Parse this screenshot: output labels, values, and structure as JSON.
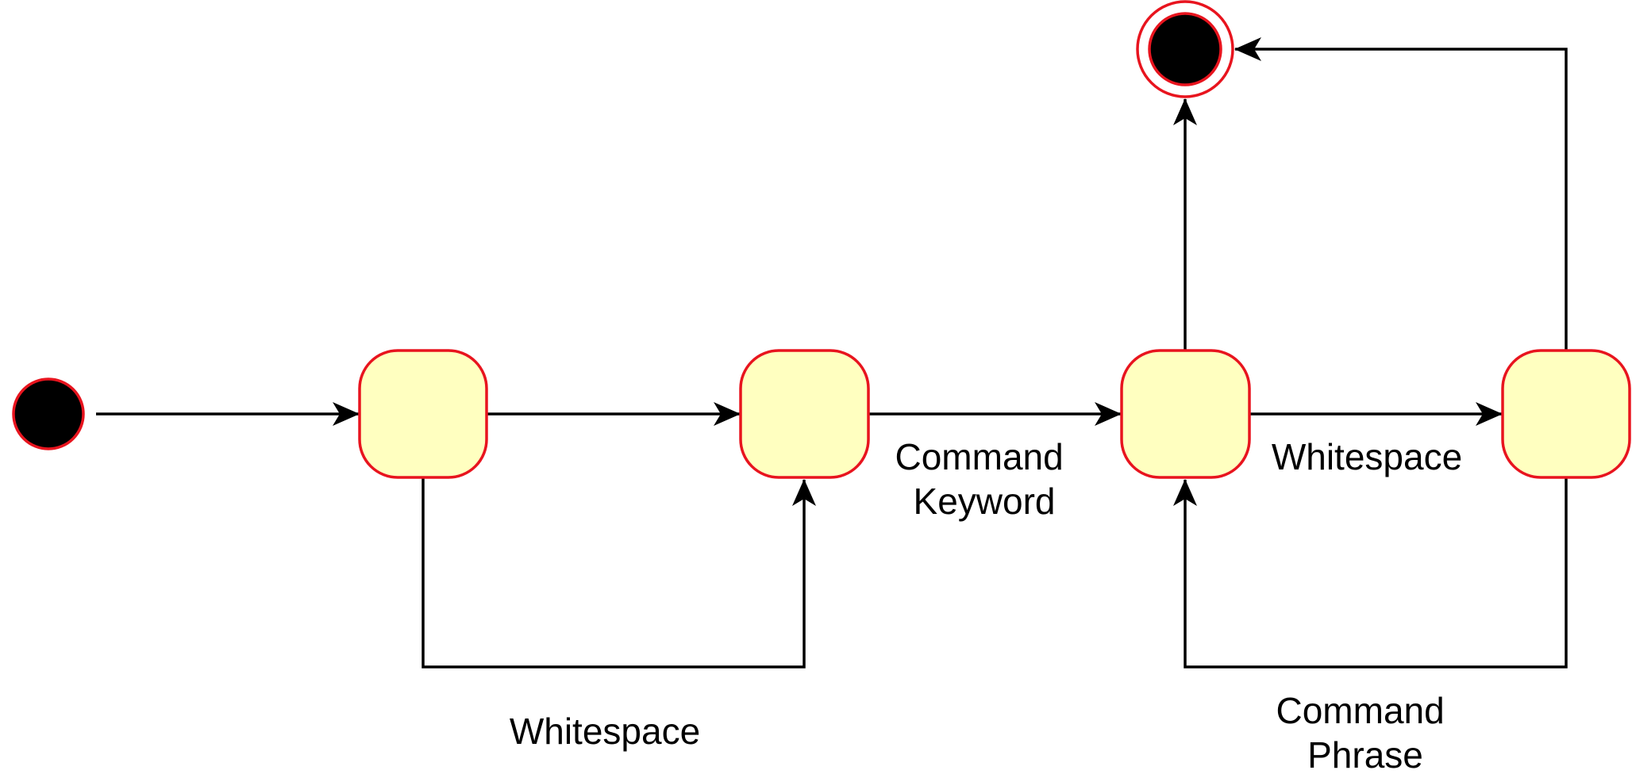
{
  "diagram": {
    "colors": {
      "state_fill": "#ffffc0",
      "state_stroke": "#e8141e",
      "node_fill": "#000000",
      "edge": "#000000"
    },
    "nodes": {
      "initial": {
        "kind": "initial-state"
      },
      "s1": {
        "kind": "state",
        "label": ""
      },
      "s2": {
        "kind": "state",
        "label": ""
      },
      "s3": {
        "kind": "state",
        "label": ""
      },
      "s4": {
        "kind": "state",
        "label": ""
      },
      "final": {
        "kind": "final-state"
      }
    },
    "edges": [
      {
        "from": "initial",
        "to": "s1",
        "label": ""
      },
      {
        "from": "s1",
        "to": "s2",
        "label": ""
      },
      {
        "from": "s1",
        "to": "s2",
        "label": "Whitespace",
        "route": "below"
      },
      {
        "from": "s2",
        "to": "s3",
        "label_lines": [
          "Command",
          "Keyword"
        ]
      },
      {
        "from": "s3",
        "to": "s4",
        "label": "Whitespace"
      },
      {
        "from": "s4",
        "to": "s3",
        "label_lines": [
          "Command",
          "Phrase"
        ],
        "route": "below"
      },
      {
        "from": "s3",
        "to": "final",
        "label": ""
      },
      {
        "from": "s4",
        "to": "final",
        "label": "",
        "route": "above"
      }
    ]
  }
}
